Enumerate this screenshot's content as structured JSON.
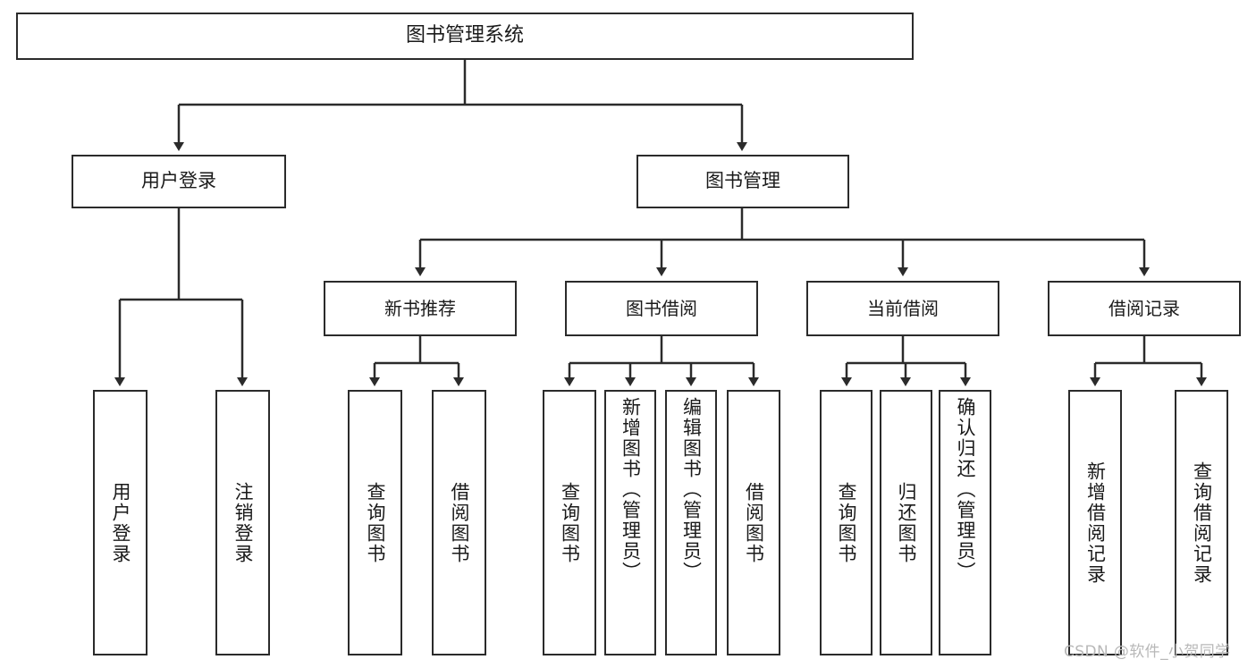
{
  "diagram": {
    "title": "图书管理系统",
    "type": "tree-hierarchy",
    "colors": {
      "stroke": "#2b2b2b",
      "fill": "#ffffff",
      "text": "#1a1a1a",
      "watermark": "#b8b8b8"
    },
    "root": {
      "label": "图书管理系统"
    },
    "level2": [
      {
        "label": "用户登录"
      },
      {
        "label": "图书管理"
      }
    ],
    "level3": [
      {
        "label": "新书推荐"
      },
      {
        "label": "图书借阅"
      },
      {
        "label": "当前借阅"
      },
      {
        "label": "借阅记录"
      }
    ],
    "leaves": [
      {
        "label": "用户登录"
      },
      {
        "label": "注销登录"
      },
      {
        "label": "查询图书"
      },
      {
        "label": "借阅图书"
      },
      {
        "label": "查询图书"
      },
      {
        "label": "新增图书（管理员）"
      },
      {
        "label": "编辑图书（管理员）"
      },
      {
        "label": "借阅图书"
      },
      {
        "label": "查询图书"
      },
      {
        "label": "归还图书"
      },
      {
        "label": "确认归还（管理员）"
      },
      {
        "label": "新增借阅记录"
      },
      {
        "label": "查询借阅记录"
      }
    ]
  },
  "watermark": {
    "text": "CSDN @软件_小贺同学"
  }
}
